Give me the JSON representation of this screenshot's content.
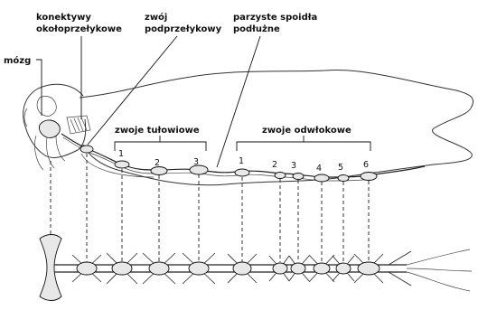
{
  "labels": {
    "brain": "mózg",
    "circum": "konektywy\nokołoprzełykowe",
    "subeso": "zwój\npodprzełykowy",
    "connect": "parzyste spoidła\npodłużne",
    "thoracic": "zwoje tułowiowe",
    "abdominal": "zwoje odwłokowe"
  },
  "thoracic_numbers": [
    "1",
    "2",
    "3"
  ],
  "abdominal_numbers": [
    "1",
    "2",
    "3",
    "4",
    "5",
    "6"
  ]
}
